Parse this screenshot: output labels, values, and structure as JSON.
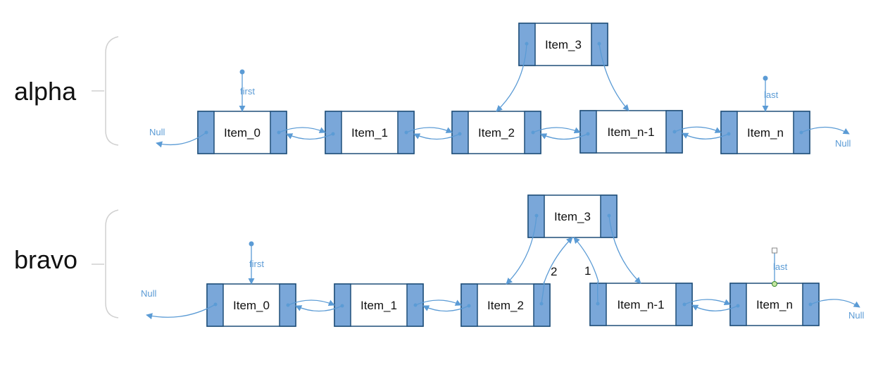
{
  "colors": {
    "node_side": "#7aa7d9",
    "node_border": "#1f4e79",
    "link": "#5b9bd5",
    "brace": "#d0d0d0",
    "text": "#111111"
  },
  "sections": [
    {
      "label": "alpha",
      "nodes": [
        "Item_0",
        "Item_1",
        "Item_2",
        "Item_n-1",
        "Item_n",
        "Item_3"
      ],
      "pointers": [
        "first",
        "last"
      ],
      "null_left": "Null",
      "null_right": "Null"
    },
    {
      "label": "bravo",
      "nodes": [
        "Item_0",
        "Item_1",
        "Item_2",
        "Item_n-1",
        "Item_n",
        "Item_3"
      ],
      "pointers": [
        "first",
        "last"
      ],
      "null_left": "Null",
      "null_right": "Null",
      "steps": [
        "2",
        "1"
      ]
    }
  ]
}
